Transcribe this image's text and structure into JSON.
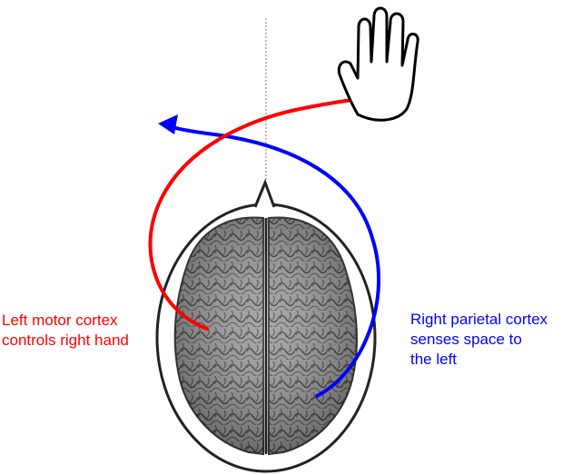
{
  "diagram": {
    "left_label": "Left motor cortex\ncontrols right hand",
    "right_label": "Right parietal cortex\nsenses space to\nthe left",
    "colors": {
      "left_pathway": "#ff0000",
      "right_pathway": "#0000ff",
      "outline": "#222222",
      "brain_fill": "#8a8a8a"
    },
    "icons": [
      "raised-hand-icon",
      "head-outline",
      "nose-icon",
      "brain-image",
      "midline"
    ]
  }
}
